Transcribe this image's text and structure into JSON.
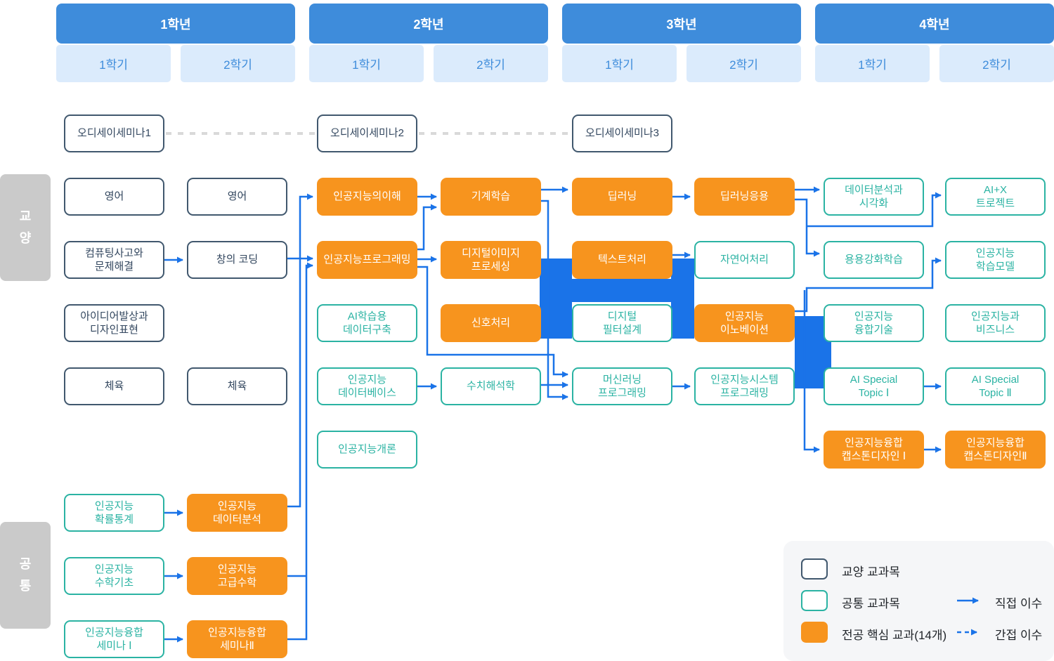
{
  "header": {
    "years": [
      {
        "label": "1학년",
        "sem1": "1학기",
        "sem2": "2학기"
      },
      {
        "label": "2학년",
        "sem1": "1학기",
        "sem2": "2학기"
      },
      {
        "label": "3학년",
        "sem1": "1학기",
        "sem2": "2학기"
      },
      {
        "label": "4학년",
        "sem1": "1학기",
        "sem2": "2학기"
      }
    ]
  },
  "side": {
    "liberal": "교\n양",
    "common": "공\n통"
  },
  "courses": {
    "odyssey1": "오디세이세미나1",
    "odyssey2": "오디세이세미나2",
    "odyssey3": "오디세이세미나3",
    "c1r1": "영어",
    "c2r1": "영어",
    "c1r2": "컴퓨팅사고와\n문제해결",
    "c2r2": "창의 코딩",
    "c1r3": "아이디어발상과\n디자인표현",
    "c1r4": "체육",
    "c2r4": "체육",
    "c3r1": "인공지능의이해",
    "c3r2": "인공지능프로그래밍",
    "c3r3": "AI학습용\n데이터구축",
    "c3r4": "인공지능\n데이터베이스",
    "c3r5": "인공지능개론",
    "c4r1": "기계학습",
    "c4r2": "디지털이미지\n프로세싱",
    "c4r3": "신호처리",
    "c4r4": "수치해석학",
    "c5r1": "딥러닝",
    "c5r2": "텍스트처리",
    "c5r3": "디지털\n필터설계",
    "c5r4": "머신러닝\n프로그래밍",
    "c6r1": "딥러닝응용",
    "c6r2": "자연어처리",
    "c6r3": "인공지능\n이노베이션",
    "c6r4": "인공지능시스템\n프로그래밍",
    "c7r1": "데이터분석과\n시각화",
    "c7r2": "용용강화학습",
    "c7r3": "인공지능\n융합기술",
    "c7r4": "AI Special\nTopic Ⅰ",
    "c7r5": "인공지능융합\n캡스톤디자인 Ⅰ",
    "c8r1": "AI+X\n트로젝트",
    "c8r2": "인공지능\n학습모델",
    "c8r3": "인공지능과\n비즈니스",
    "c8r4": "AI Special\nTopic Ⅱ",
    "c8r5": "인공지능융합\n캡스톤디자인Ⅱ",
    "b1l": "인공지능\n확률통계",
    "b1r": "인공지능\n데이터분석",
    "b2l": "인공지능\n수학기초",
    "b2r": "인공지능\n고급수학",
    "b3l": "인공지능융합\n세미나 Ⅰ",
    "b3r": "인공지능융합\n세미나Ⅱ"
  },
  "legend": {
    "liberal": "교양 교과목",
    "common": "공통 교과목",
    "core": "전공 핵심 교과(14개)",
    "direct": "직접 이수",
    "indirect": "간접 이수"
  },
  "colors": {
    "core_orange": "#F7941E",
    "common_teal": "#2BB3A3",
    "liberal_navy": "#41586E",
    "flow_blue": "#1A73E8",
    "header_blue": "#3E8CDB",
    "header_light": "#DBEBFC",
    "dash_gray": "#D9D9D9",
    "side_gray": "#CACACA",
    "legend_bg": "#F5F6F8"
  }
}
